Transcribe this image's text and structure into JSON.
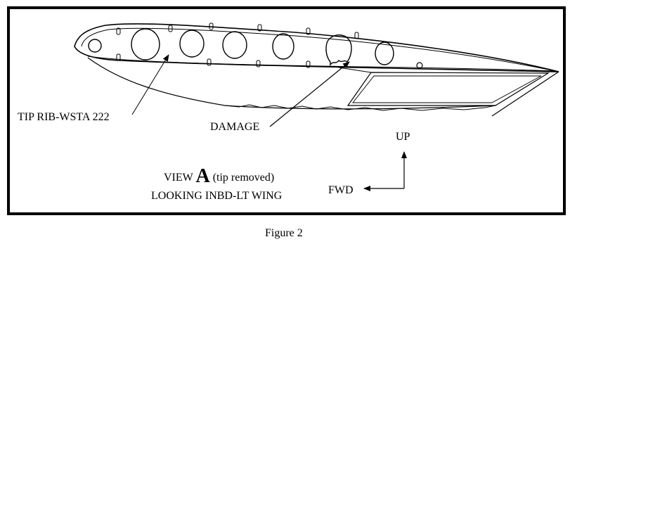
{
  "labels": {
    "tip_rib": "TIP RIB-WSTA 222",
    "damage": "DAMAGE",
    "up": "UP",
    "fwd": "FWD",
    "view_prefix": "VIEW",
    "view_letter": "A",
    "view_suffix": "(tip removed)",
    "view_line2": "LOOKING INBD-LT WING"
  },
  "caption": "Figure 2",
  "colors": {
    "line": "#000000",
    "background": "#ffffff"
  }
}
